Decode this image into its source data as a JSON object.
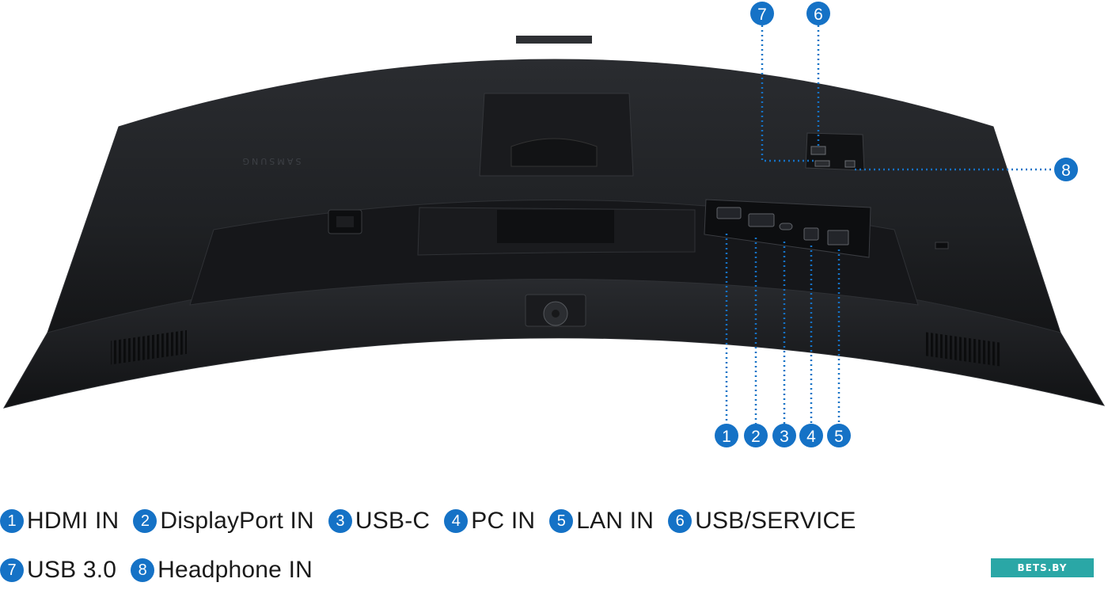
{
  "callouts": [
    {
      "number": "1",
      "label": "HDMI IN"
    },
    {
      "number": "2",
      "label": "DisplayPort IN"
    },
    {
      "number": "3",
      "label": "USB-C"
    },
    {
      "number": "4",
      "label": "PC IN"
    },
    {
      "number": "5",
      "label": "LAN IN"
    },
    {
      "number": "6",
      "label": "USB/SERVICE"
    },
    {
      "number": "7",
      "label": "USB 3.0"
    },
    {
      "number": "8",
      "label": "Headphone IN"
    }
  ],
  "brand_text": "SAMSUNG",
  "watermark_text": "BETS.BY",
  "colors": {
    "callout_blue": "#1572c6",
    "monitor_body": "#1f2124",
    "watermark_bg": "#2aa7a6"
  }
}
